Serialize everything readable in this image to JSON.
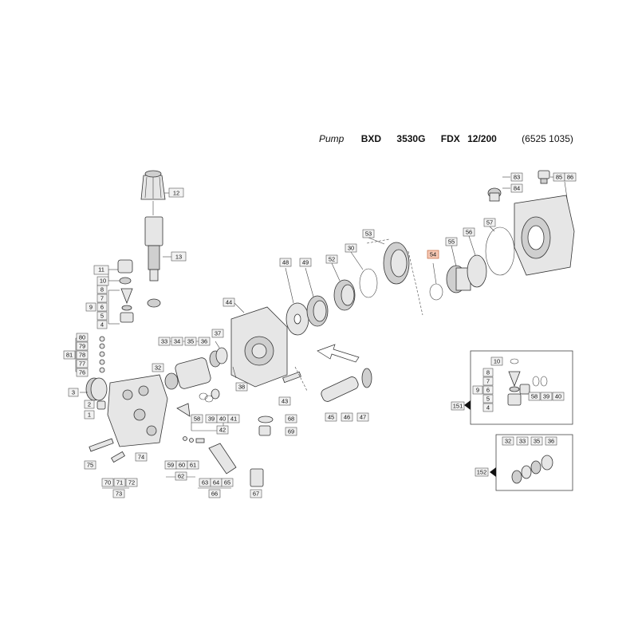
{
  "header": {
    "model": "Pump",
    "series": "BXD",
    "code1": "3530G",
    "code2": "FDX",
    "code3": "12/200",
    "ref": "(6525 1035)"
  },
  "labels": {
    "l1": "1",
    "l2": "2",
    "l3": "3",
    "l4": "4",
    "l5": "5",
    "l6": "6",
    "l7": "7",
    "l8": "8",
    "l9": "9",
    "l10": "10",
    "l11": "11",
    "l12": "12",
    "l13": "13",
    "l30": "30",
    "l32": "32",
    "l33": "33",
    "l34": "34",
    "l35": "35",
    "l36": "36",
    "l37": "37",
    "l38": "38",
    "l39": "39",
    "l40": "40",
    "l41": "41",
    "l42": "42",
    "l43": "43",
    "l44": "44",
    "l45": "45",
    "l46": "46",
    "l47": "47",
    "l48": "48",
    "l49": "49",
    "l52": "52",
    "l53": "53",
    "l54": "54",
    "l55": "55",
    "l56": "56",
    "l57": "57",
    "l58": "58",
    "l59": "59",
    "l60": "60",
    "l61": "61",
    "l62": "62",
    "l63": "63",
    "l64": "64",
    "l65": "65",
    "l66": "66",
    "l67": "67",
    "l68": "68",
    "l69": "69",
    "l70": "70",
    "l71": "71",
    "l72": "72",
    "l73": "73",
    "l74": "74",
    "l75": "75",
    "l76": "76",
    "l77": "77",
    "l78": "78",
    "l79": "79",
    "l80": "80",
    "l81": "81",
    "l83": "83",
    "l84": "84",
    "l85": "85",
    "l86": "86",
    "k151": "151",
    "k152": "152",
    "k10": "10",
    "k8": "8",
    "k7": "7",
    "k6": "6",
    "k9": "9",
    "k5": "5",
    "k4": "4",
    "k58": "58",
    "k39": "39",
    "k40": "40",
    "k32": "32",
    "k33": "33",
    "k35": "35",
    "k36": "36"
  },
  "colors": {
    "highlight_fill": "#f7c9b5",
    "highlight_stroke": "#c0663e",
    "label_fill": "#f2f2f2"
  }
}
